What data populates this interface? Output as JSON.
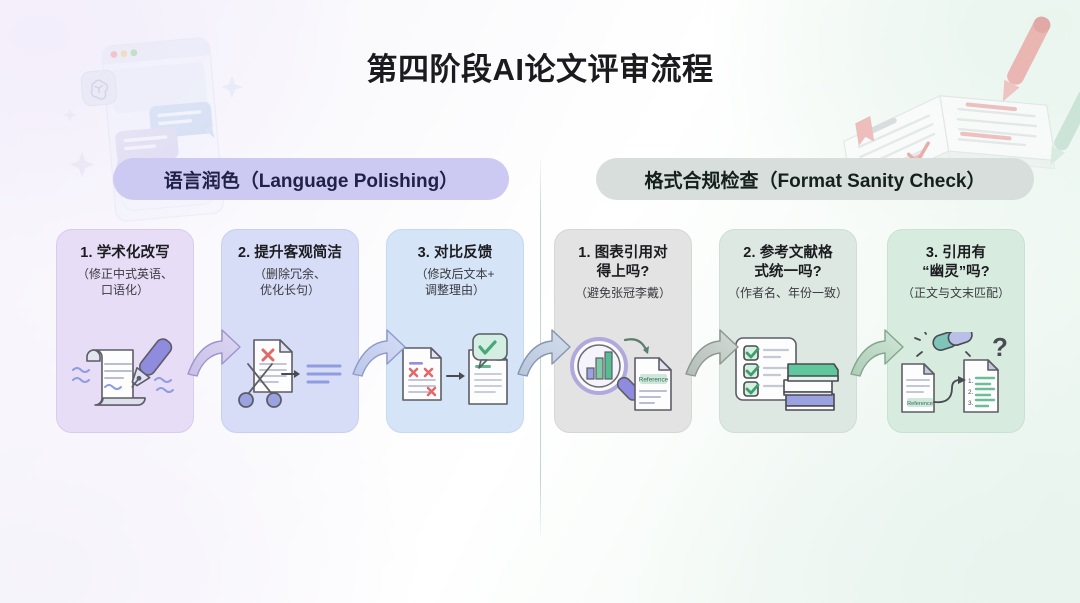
{
  "page": {
    "title": "第四阶段AI论文评审流程",
    "background_accent": "#f7f4fc",
    "background_accent_right": "#eaf5ee"
  },
  "sections": [
    {
      "id": "language-polishing",
      "pill_label": "语言润色（Language Polishing）",
      "pill_color": "#ccc9f2",
      "pill_text_color": "#1f2147"
    },
    {
      "id": "format-sanity-check",
      "pill_label": "格式合规检查（Format Sanity Check）",
      "pill_color": "#d8dedb",
      "pill_text_color": "#15201c"
    }
  ],
  "cards": [
    {
      "id": "academic-rewrite",
      "title": "1. 学术化改写",
      "subtitle": "（修正中式英语、\n口语化）",
      "subtitle_line1": "（修正中式英语、",
      "subtitle_line2": "口语化）",
      "bg_color": "#e7ddf6",
      "icon": "scroll-pen-icon"
    },
    {
      "id": "objective-concise",
      "title": "2. 提升客观简洁",
      "subtitle_line1": "（删除冗余、",
      "subtitle_line2": "优化长句）",
      "bg_color": "#d7dcf7",
      "icon": "scissors-document-icon"
    },
    {
      "id": "contrast-feedback",
      "title": "3. 对比反馈",
      "subtitle_line1": "（修改后文本+",
      "subtitle_line2": "调整理由）",
      "bg_color": "#d5e4f7",
      "icon": "document-compare-check-icon"
    },
    {
      "id": "figure-citation-match",
      "title_line1": "1. 图表引用对",
      "title_line2": "得上吗?",
      "subtitle_line1": "（避免张冠李戴）",
      "subtitle_line2": "",
      "bg_color": "#e3e3e3",
      "icon": "magnifier-chart-reference-icon"
    },
    {
      "id": "reference-format-consistency",
      "title_line1": "2. 参考文献格",
      "title_line2": "式统一吗?",
      "subtitle_line1": "（作者名、年份一致）",
      "subtitle_line2": "",
      "bg_color": "#dde8e2",
      "icon": "checklist-books-icon"
    },
    {
      "id": "ghost-citation",
      "title_line1": "3. 引用有",
      "title_line2": "“幽灵”吗?",
      "subtitle_line1": "（正文与文末匹配）",
      "subtitle_line2": "",
      "bg_color": "#d7ecdf",
      "icon": "broken-link-documents-icon"
    }
  ],
  "arrows": [
    {
      "id": "arrow-1-to-2",
      "from": "academic-rewrite",
      "to": "objective-concise",
      "color": "#b9aee0"
    },
    {
      "id": "arrow-2-to-3",
      "from": "objective-concise",
      "to": "contrast-feedback",
      "color": "#a9b6e2"
    },
    {
      "id": "arrow-3-to-4",
      "from": "contrast-feedback",
      "to": "figure-citation-match",
      "color": "#a9bcd8"
    },
    {
      "id": "arrow-4-to-5",
      "from": "figure-citation-match",
      "to": "reference-format-consistency",
      "color": "#a8b4ad"
    },
    {
      "id": "arrow-5-to-6",
      "from": "reference-format-consistency",
      "to": "ghost-citation",
      "color": "#9fbfa9"
    }
  ],
  "decorations": {
    "left": "chat-window-illustration",
    "right": "open-book-with-pens-illustration",
    "divider": "vertical-section-divider"
  }
}
